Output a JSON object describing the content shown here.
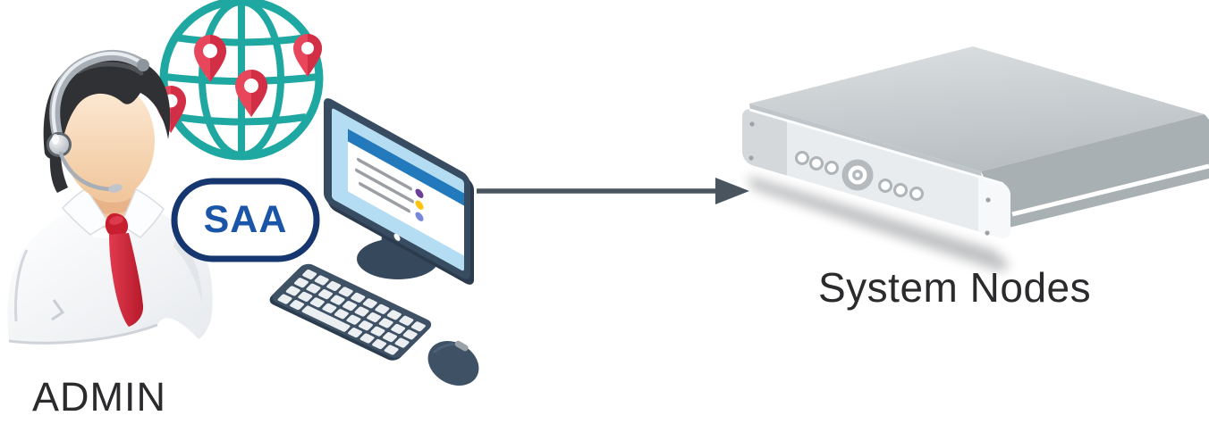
{
  "diagram": {
    "background": "#ffffff",
    "admin": {
      "label": "ADMIN",
      "badge": "SAA",
      "icons": [
        "operator-headset-person",
        "globe-location-pins",
        "desktop-computer"
      ]
    },
    "server": {
      "label": "System Nodes",
      "icon": "rack-server-node"
    },
    "connection": {
      "from": "admin-workstation",
      "to": "system-nodes",
      "type": "arrow",
      "direction": "right"
    },
    "colors": {
      "globe_teal": "#1FA8A1",
      "pin_red": "#E8475B",
      "pin_red_dark": "#D22F46",
      "badge_border": "#15366F",
      "badge_text": "#1A55A8",
      "device_navy": "#3E5165",
      "monitor_frame": "#384C61",
      "screen_blue": "#B4DDF3",
      "screen_header_blue": "#2279BC",
      "list_dot_purple": "#6B3E98",
      "list_dot_yellow": "#FFC20D",
      "list_dot_blue": "#7787DB",
      "arrow_gray": "#49545F",
      "tie_red": "#D2293B",
      "server_top_gray": "#C3CACD",
      "server_side_gray": "#A9B0B4",
      "server_panel_gray": "#E9ECEE",
      "label_dark": "#2B2B2E"
    }
  }
}
